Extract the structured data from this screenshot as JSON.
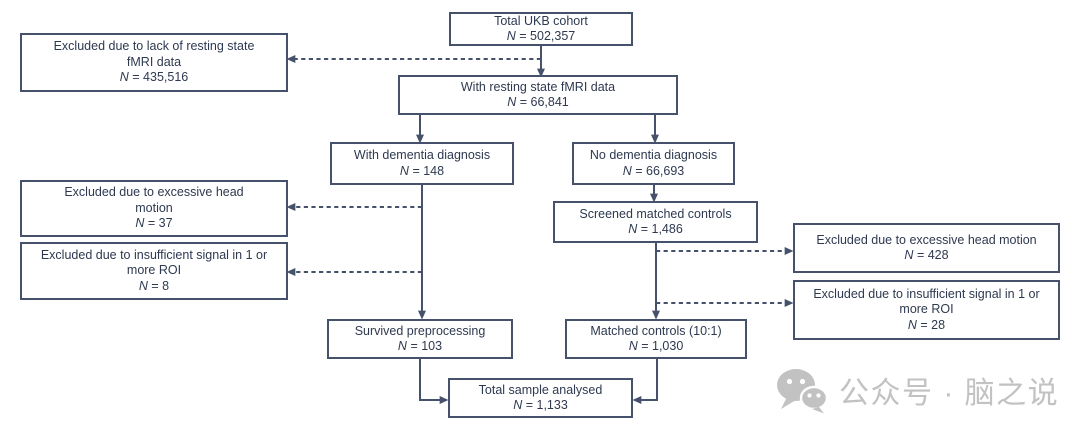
{
  "nodes": {
    "total_ukb": {
      "label": "Total UKB cohort",
      "n_sym": "N",
      "n_val": "= 502,357"
    },
    "with_fmri": {
      "label": "With resting state fMRI data",
      "n_sym": "N",
      "n_val": "= 66,841"
    },
    "excl_no_fmri": {
      "label": "Excluded due to lack of resting state fMRI data",
      "n_sym": "N",
      "n_val": "= 435,516"
    },
    "with_dementia": {
      "label": "With dementia diagnosis",
      "n_sym": "N",
      "n_val": "= 148"
    },
    "no_dementia": {
      "label": "No dementia diagnosis",
      "n_sym": "N",
      "n_val": "= 66,693"
    },
    "excl_motion_left": {
      "label": "Excluded due to excessive head motion",
      "n_sym": "N",
      "n_val": "= 37"
    },
    "excl_signal_left": {
      "label": "Excluded due to insufficient signal in 1 or more ROI",
      "n_sym": "N",
      "n_val": "= 8"
    },
    "screened_controls": {
      "label": "Screened matched controls",
      "n_sym": "N",
      "n_val": "= 1,486"
    },
    "excl_motion_right": {
      "label": "Excluded due to excessive head motion",
      "n_sym": "N",
      "n_val": "= 428"
    },
    "excl_signal_right": {
      "label": "Excluded due to insufficient signal in 1 or more ROI",
      "n_sym": "N",
      "n_val": "= 28"
    },
    "survived": {
      "label": "Survived preprocessing",
      "n_sym": "N",
      "n_val": "= 103"
    },
    "matched_controls": {
      "label": "Matched controls (10:1)",
      "n_sym": "N",
      "n_val": "= 1,030"
    },
    "total_sample": {
      "label": "Total sample analysed",
      "n_sym": "N",
      "n_val": "= 1,133"
    }
  },
  "watermark": {
    "icon": "wechat-icon",
    "text": "公众号 · 脑之说"
  },
  "colors": {
    "box_border": "#46526b",
    "box_text": "#2e3950",
    "connector": "#46526b",
    "watermark": "#c2c2c2",
    "background": "#ffffff"
  }
}
